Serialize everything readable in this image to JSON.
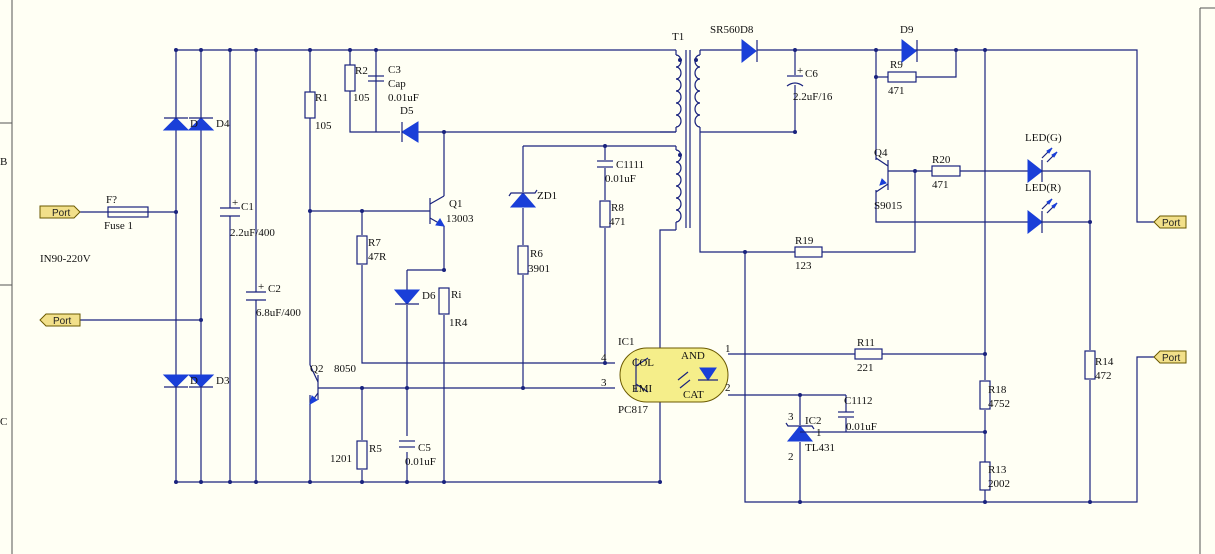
{
  "zone_labels": {
    "b": "B",
    "c": "C"
  },
  "input_voltage": "IN90-220V",
  "ports": {
    "p1": "Port",
    "p2": "Port",
    "p3": "Port",
    "p4": "Port"
  },
  "fuse": {
    "ref": "F?",
    "value": "Fuse 1"
  },
  "diodes": {
    "d3": "D3",
    "d4": "D4",
    "d5": "D5",
    "d6": "D6",
    "d9": "D9",
    "sr": "SR560D8",
    "zd1": "ZD1"
  },
  "bridge": {
    "top": "D",
    "bottom": "D"
  },
  "capacitors": {
    "c1": "C1",
    "c1v": "2.2uF/400",
    "c2": "C2",
    "c2v": "6.8uF/400",
    "c3": "C3",
    "c3v1": "Cap",
    "c3v2": "0.01uF",
    "c5": "C5",
    "c5v": "0.01uF",
    "c6": "C6",
    "c6v": "2.2uF/16",
    "c1111": "C1111",
    "c1111v": "0.01uF",
    "c1112": "C1112",
    "c1112v": "0.01uF",
    "plus": "+"
  },
  "resistors": {
    "r1": "R1",
    "r1v": "105",
    "r2": "R2",
    "r2v": "105",
    "r5": "R5",
    "r5v": "1201",
    "r6": "R6",
    "r6v": "3901",
    "r7": "R7",
    "r7v": "47R",
    "r8": "R8",
    "r8v": "471",
    "r9": "R9",
    "r9v": "471",
    "ri": "Ri",
    "riv": "1R4",
    "r11": "R11",
    "r11v": "221",
    "r13": "R13",
    "r13v": "2002",
    "r14": "R14",
    "r14v": "472",
    "r18": "R18",
    "r18v": "4752",
    "r19": "R19",
    "r19v": "123",
    "r20": "R20",
    "r20v": "471"
  },
  "transistors": {
    "q1": "Q1",
    "q1v": "13003",
    "q2": "Q2",
    "q2v": "8050",
    "q4": "Q4",
    "q4v": "S9015"
  },
  "transformer": "T1",
  "ic1": {
    "ref": "IC1",
    "part": "PC817",
    "col": "COL",
    "emi": "EMI",
    "and": "AND",
    "cat": "CAT",
    "pin1": "1",
    "pin2": "2",
    "pin3": "3",
    "pin4": "4"
  },
  "ic2": {
    "ref": "IC2",
    "part": "TL431",
    "pin1": "1",
    "pin2": "2",
    "pin3": "3"
  },
  "leds": {
    "green": "LED(G)",
    "red": "LED(R)"
  },
  "colors": {
    "wire": "#1a237e",
    "symbol": "#1a3fd8",
    "ic_body": "#f5ee8a",
    "port_fill": "#f2e08a",
    "background": "#fffff4"
  }
}
